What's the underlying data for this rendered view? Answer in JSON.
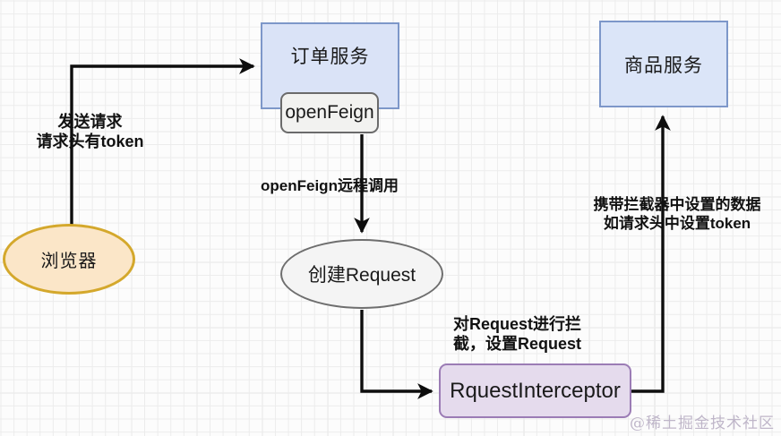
{
  "diagram": {
    "title": "openFeign RequestInterceptor flow",
    "watermark": "@稀土掘金技术社区",
    "nodes": {
      "browser": {
        "label": "浏览器",
        "shape": "ellipse",
        "fill": "#fbe6c8",
        "stroke": "#d4a82c"
      },
      "order_service": {
        "label": "订单服务",
        "shape": "rect",
        "fill": "#dae3f7",
        "stroke": "#7d97c9"
      },
      "openfeign": {
        "label": "openFeign",
        "shape": "rounded-rect",
        "fill": "#f2f2f0",
        "stroke": "#6b6b6b"
      },
      "create_request": {
        "label": "创建Request",
        "shape": "ellipse",
        "fill": "#f4f4f4",
        "stroke": "#6e6e6e"
      },
      "interceptor": {
        "label": "RquestInterceptor",
        "shape": "rounded-rect",
        "fill": "#e5dbed",
        "stroke": "#9b7cb5"
      },
      "product_service": {
        "label": "商品服务",
        "shape": "rect",
        "fill": "#dbe5f8",
        "stroke": "#7d97c9"
      }
    },
    "edge_labels": {
      "send_request": "发送请求\n请求头有token",
      "openfeign_remote_call": "openFeign远程调用",
      "carry_data": "携带拦截器中设置的数据\n如请求头中设置token",
      "intercept_request": "对Request进行拦\n截，设置Request"
    },
    "edges": [
      {
        "from": "browser",
        "to": "order_service",
        "label_key": "send_request"
      },
      {
        "from": "openfeign",
        "to": "create_request",
        "label_key": "openfeign_remote_call"
      },
      {
        "from": "create_request",
        "to": "interceptor",
        "label_key": "intercept_request"
      },
      {
        "from": "interceptor",
        "to": "product_service",
        "label_key": "carry_data"
      }
    ]
  }
}
